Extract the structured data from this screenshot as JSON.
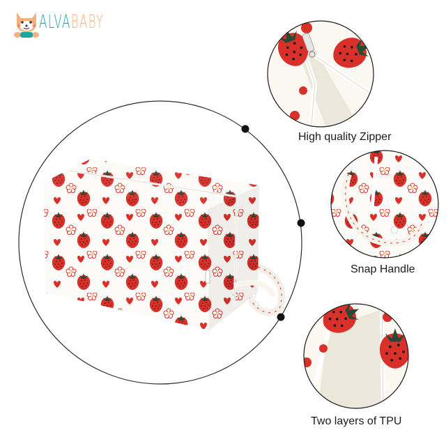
{
  "brand": {
    "name_part1": "ALVA",
    "name_part2": "BABY",
    "mascot_icon": "fox-baby-mascot-icon",
    "colors": {
      "teal": "#1aa7a1",
      "peach": "#f6b17a"
    }
  },
  "product": {
    "name": "Strawberry print diaper pod bag",
    "pattern": [
      "strawberries",
      "hearts",
      "sakura flowers"
    ],
    "colors": {
      "base": "#fdfbf7",
      "strawberry": "#d9302a",
      "leaf": "#234a35",
      "seed": "#1a1a1a",
      "lining": "#ece7db"
    }
  },
  "features": [
    {
      "label": "High quality Zipper",
      "detail_icon": "zipper-closeup-icon"
    },
    {
      "label": "Snap Handle",
      "detail_icon": "snap-handle-closeup-icon"
    },
    {
      "label": "Two layers of TPU",
      "detail_icon": "tpu-lining-closeup-icon"
    }
  ]
}
